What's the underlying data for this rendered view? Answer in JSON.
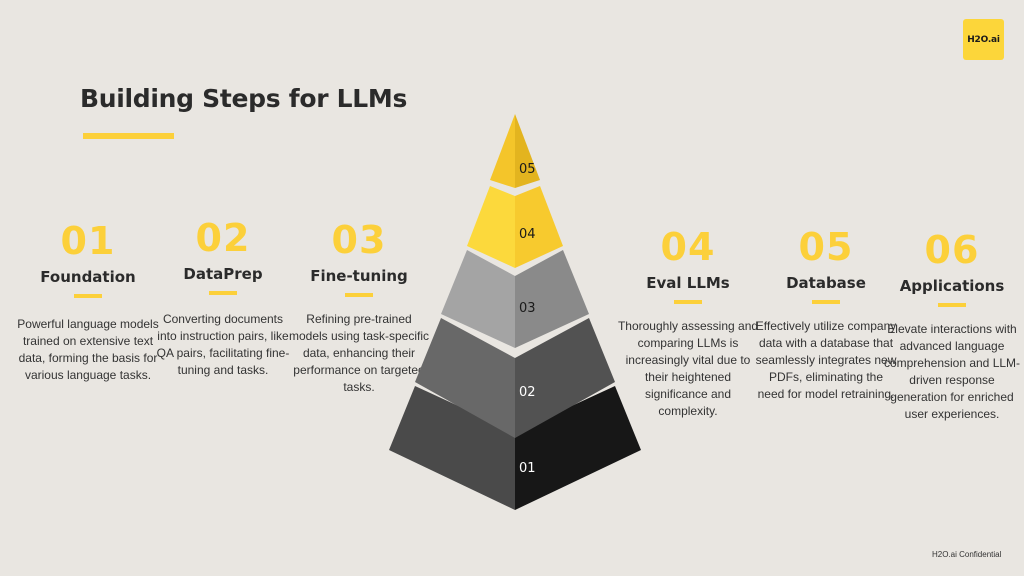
{
  "brand": {
    "logo_text": "H2O.ai",
    "accent": "#fcd03a"
  },
  "header": {
    "title": "Building Steps for LLMs"
  },
  "steps": [
    {
      "num": "01",
      "title": "Foundation",
      "desc": "Powerful language models trained on extensive text data, forming the basis for various language tasks."
    },
    {
      "num": "02",
      "title": "DataPrep",
      "desc": "Converting documents into instruction pairs, like QA pairs, facilitating fine-tuning and tasks."
    },
    {
      "num": "03",
      "title": "Fine-tuning",
      "desc": "Refining pre-trained models using task-specific data, enhancing their performance on targeted tasks."
    },
    {
      "num": "04",
      "title": "Eval LLMs",
      "desc": "Thoroughly assessing and comparing LLMs is increasingly vital due to their heightened significance and complexity."
    },
    {
      "num": "05",
      "title": "Database",
      "desc": "Effectively utilize company data with a database that seamlessly integrates new PDFs, eliminating the need for model retraining."
    },
    {
      "num": "06",
      "title": "Applications",
      "desc": "Elevate interactions with advanced language comprehension and LLM-driven response generation for enriched user experiences."
    }
  ],
  "pyramid": {
    "levels": [
      "01",
      "02",
      "03",
      "04",
      "05"
    ]
  },
  "footer": {
    "text": "H2O.ai Confidential"
  }
}
